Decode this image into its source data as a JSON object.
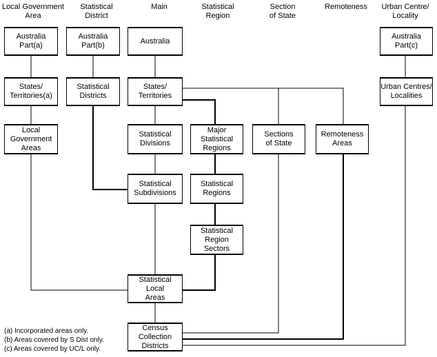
{
  "headers": {
    "lga": "Local Government\nArea",
    "sdist": "Statistical\nDistrict",
    "main": "Main",
    "sreg": "Statistical\nRegion",
    "sos": "Section\nof State",
    "remote": "Remoteness",
    "ucl": "Urban Centre/\nLocality"
  },
  "boxes": {
    "aus_a": "Australia\nPart(a)",
    "aus_b": "Australia\nPart(b)",
    "aus": "Australia",
    "aus_c": "Australia\nPart(c)",
    "st_a": "States/\nTerritories(a)",
    "sdists": "Statistical\nDistricts",
    "st": "States/\nTerritories",
    "uc": "Urban Centres/\nLocalities",
    "lgas": "Local\nGovernment\nAreas",
    "sdiv": "Statistical\nDivisions",
    "msr": "Major\nStatistical\nRegions",
    "sos": "Sections\nof State",
    "ra": "Remoteness\nAreas",
    "ssd": "Statistical\nSubdivisions",
    "sr": "Statistical\nRegions",
    "srs": "Statistical\nRegion\nSectors",
    "sla": "Statistical\nLocal\nAreas",
    "ccd": "Census\nCollection\nDistricts"
  },
  "notes": {
    "a": "(a) Incorporated areas only.",
    "b": "(b) Areas covered by S Dist only.",
    "c": "(c) Areas covered by UC/L only."
  }
}
